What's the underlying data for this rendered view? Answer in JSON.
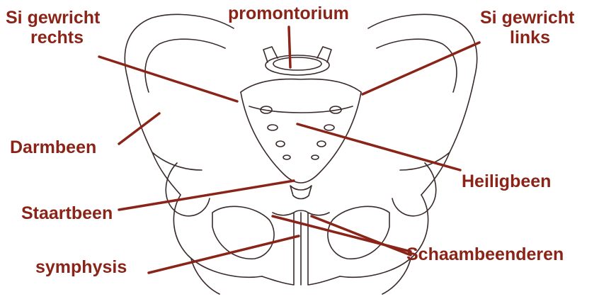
{
  "colors": {
    "label": "#8b2418",
    "line": "#8b2418",
    "bone": "#3a2a2a",
    "bg": "#ffffff"
  },
  "labels": {
    "si_right_line1": "Si gewricht",
    "si_right_line2": "rechts",
    "promontorium": "promontorium",
    "si_left_line1": "Si gewricht",
    "si_left_line2": "links",
    "darmbeen": "Darmbeen",
    "heiligbeen": "Heiligbeen",
    "staartbeen": "Staartbeen",
    "symphysis": "symphysis",
    "schaambeenderen": "Schaambeenderen"
  }
}
